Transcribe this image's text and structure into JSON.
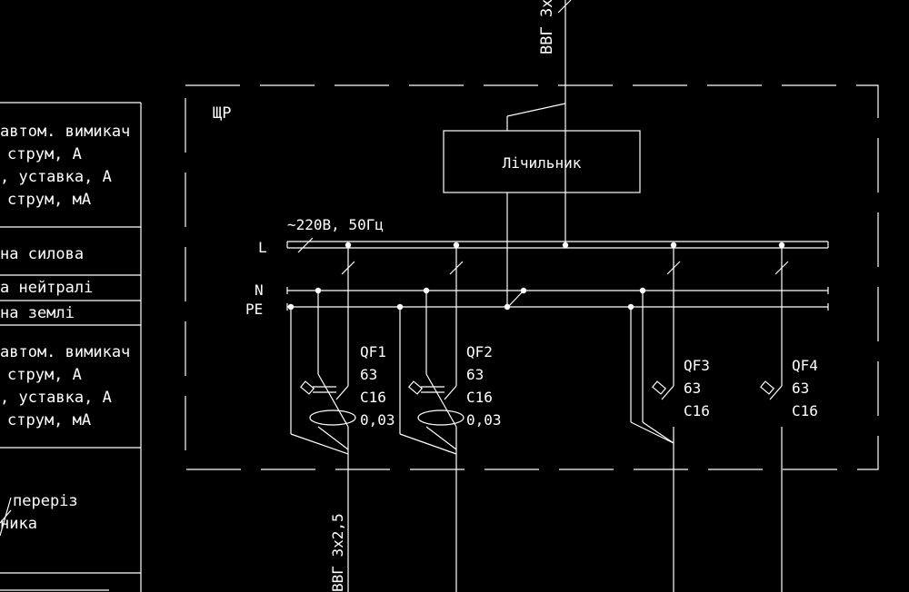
{
  "colors": {
    "background": "#000000",
    "lines": "#ffffff",
    "text": "#ffffff"
  },
  "legend": {
    "row1": [
      "автом. вимикач",
      "струм, А",
      ", уставка, А",
      "струм, мА"
    ],
    "row2": "на силова",
    "row3": "а нейтралі",
    "row4": "на землі",
    "row5": [
      "автом. вимикач",
      "струм, А",
      ", уставка, А",
      "струм, мА"
    ],
    "row6": [
      "переріз",
      "ника"
    ]
  },
  "panel": {
    "name": "ЩР",
    "meter_label": "Лічильник",
    "supply": "~220В, 50Гц"
  },
  "buses": {
    "L": "L",
    "N": "N",
    "PE": "PE"
  },
  "cables": {
    "input": "ВВГ 3х",
    "output1": "ВВГ 3х2,5"
  },
  "breakers": [
    {
      "name": "QF1",
      "current": "63",
      "char": "C16",
      "leak": "0,03"
    },
    {
      "name": "QF2",
      "current": "63",
      "char": "C16",
      "leak": "0,03"
    },
    {
      "name": "QF3",
      "current": "63",
      "char": "C16"
    },
    {
      "name": "QF4",
      "current": "63",
      "char": "C16"
    }
  ]
}
